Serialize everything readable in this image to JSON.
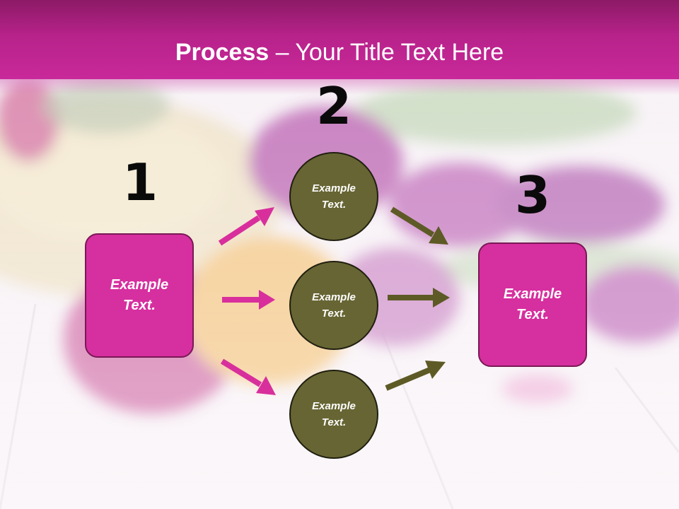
{
  "title": {
    "bold": "Process",
    "rest": " – Your Title Text Here"
  },
  "steps": [
    {
      "number": "1",
      "text": "Example Text."
    },
    {
      "number": "2",
      "items": [
        "Example Text.",
        "Example Text.",
        "Example Text."
      ]
    },
    {
      "number": "3",
      "text": "Example Text."
    }
  ],
  "colors": {
    "header": "#b7228a",
    "box_fill": "#d62f9f",
    "circle_fill": "#676533",
    "arrow_pink": "#d82f9c",
    "arrow_olive": "#5d5a26"
  }
}
